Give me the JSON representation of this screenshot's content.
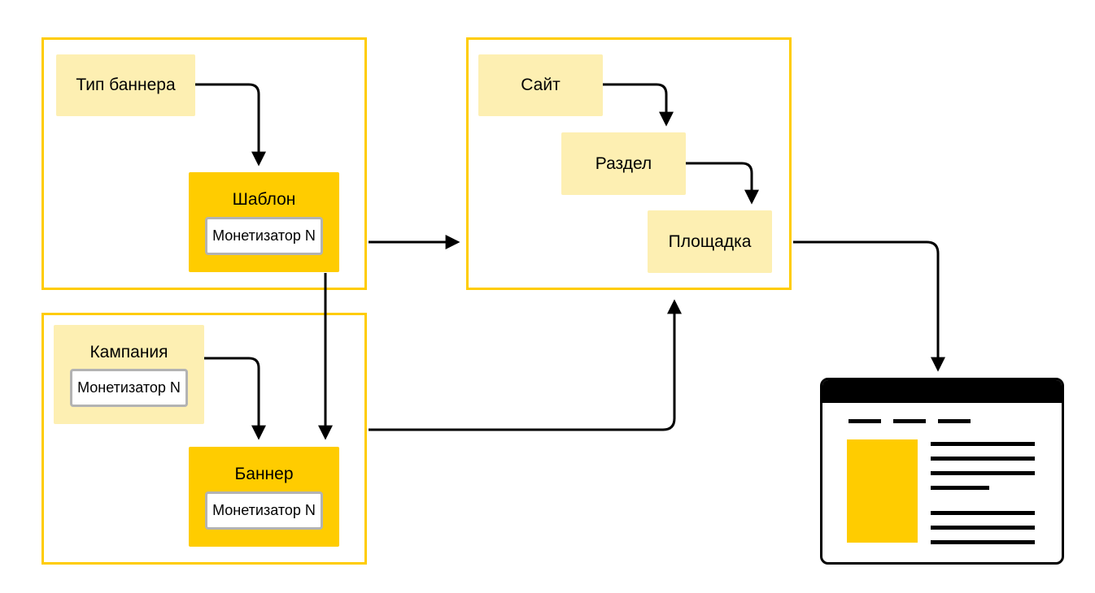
{
  "diagram": {
    "accent_color": "#ffcc00",
    "light_color": "#fdefb2",
    "nodes": {
      "banner_type": "Тип баннера",
      "template": "Шаблон",
      "template_monetizer": "Монетизатор N",
      "campaign": "Кампания",
      "campaign_monetizer": "Монетизатор N",
      "banner": "Баннер",
      "banner_monetizer": "Монетизатор N",
      "site": "Сайт",
      "section": "Раздел",
      "placement": "Площадка"
    },
    "icons": {
      "browser": "browser-window-icon"
    }
  }
}
